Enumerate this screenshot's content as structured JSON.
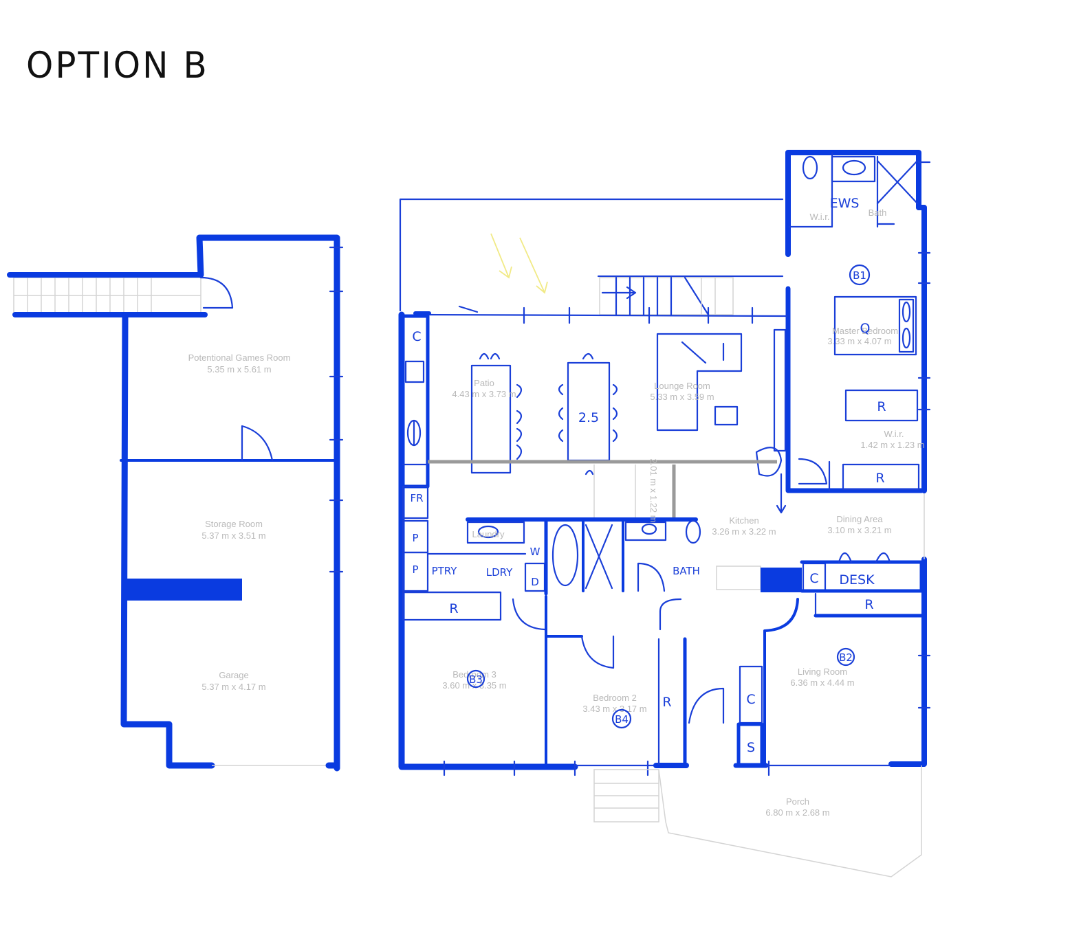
{
  "title": "OPTION B",
  "left_building": {
    "rooms": [
      {
        "name": "Potentional Games Room",
        "dims": "5.35 m x 5.61 m"
      },
      {
        "name": "Storage Room",
        "dims": "5.37 m x 3.51 m"
      },
      {
        "name": "Garage",
        "dims": "5.37 m x 4.17 m"
      }
    ]
  },
  "main_house": {
    "rooms": [
      {
        "name": "Patio",
        "dims": "4.43 m x 3.73 m"
      },
      {
        "name": "Lounge Room",
        "dims": "5.33 m x 3.59 m"
      },
      {
        "name": "Master Bedroom",
        "dims": "3.33 m x 4.07 m"
      },
      {
        "name": "W.i.r.",
        "dims": "1.42 m x 1.23 m"
      },
      {
        "name": "Kitchen",
        "dims": "3.26 m x 3.22 m"
      },
      {
        "name": "Dining Area",
        "dims": "3.10 m x 3.21 m"
      },
      {
        "name": "Bedroom 3",
        "dims": "3.60 m x 3.35 m"
      },
      {
        "name": "Bedroom 2",
        "dims": "3.43 m x 3.17 m"
      },
      {
        "name": "Living Room",
        "dims": "6.36 m x 4.44 m"
      },
      {
        "name": "Porch",
        "dims": "6.80 m x 2.68 m"
      },
      {
        "name": "Laundry",
        "dims": ""
      },
      {
        "name": "W.i.r.",
        "dims": ""
      },
      {
        "name": "Bath",
        "dims": ""
      }
    ],
    "passage_dims": "2.01 m x 1.22 m"
  },
  "annotations": {
    "ens": "EWS",
    "b1": "B1",
    "b2": "B2",
    "b3": "B3",
    "b4": "B4",
    "queen": "Q",
    "table_size": "2.5",
    "robe": "R",
    "cupboard": "C",
    "fridge": "FR",
    "pantry_p": "P",
    "pantry": "PTRY",
    "laundry": "LDRY",
    "washer": "W",
    "dryer": "D",
    "bath": "BATH",
    "desk": "DESK",
    "s": "S"
  },
  "colors": {
    "wall": "#0a3be0",
    "ink": "#1a3fd8",
    "faint": "#b9b9b9"
  }
}
